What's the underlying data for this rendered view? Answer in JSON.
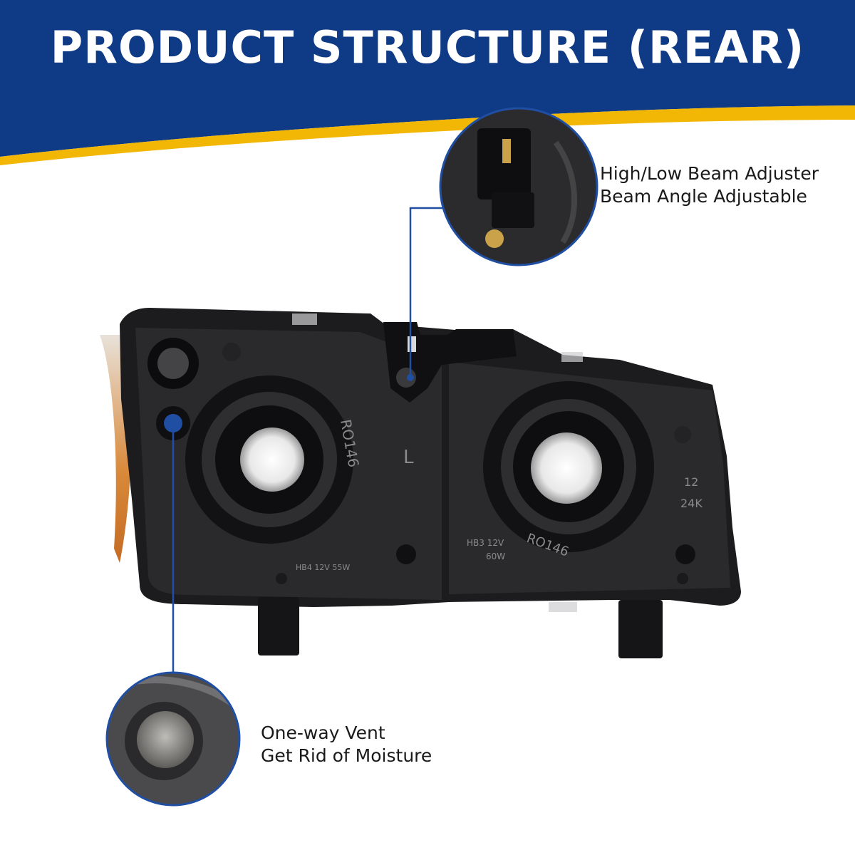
{
  "banner": {
    "title": "PRODUCT STRUCTURE (REAR)",
    "background_color": "#0f3a86",
    "accent_color": "#f2b705"
  },
  "callouts": [
    {
      "id": "beam-adjuster",
      "lines": [
        "High/Low Beam Adjuster",
        "Beam Angle Adjustable"
      ],
      "icon": "beam-adjuster-closeup"
    },
    {
      "id": "one-way-vent",
      "lines": [
        "One-way Vent",
        "Get Rid of Moisture"
      ],
      "icon": "vent-closeup"
    }
  ],
  "lamp_markings": {
    "left_ring": "RO146",
    "right_ring": "RO146",
    "side_letter": "L",
    "left_bulb": "HB4 12V 55W",
    "right_bulb": "HB3 12V",
    "right_watt": "60W",
    "number": "12",
    "code": "24K"
  },
  "colors": {
    "leader_line": "#1f4ea3",
    "housing": "#1c1c1e",
    "amber_reflector": "#d9893a"
  }
}
